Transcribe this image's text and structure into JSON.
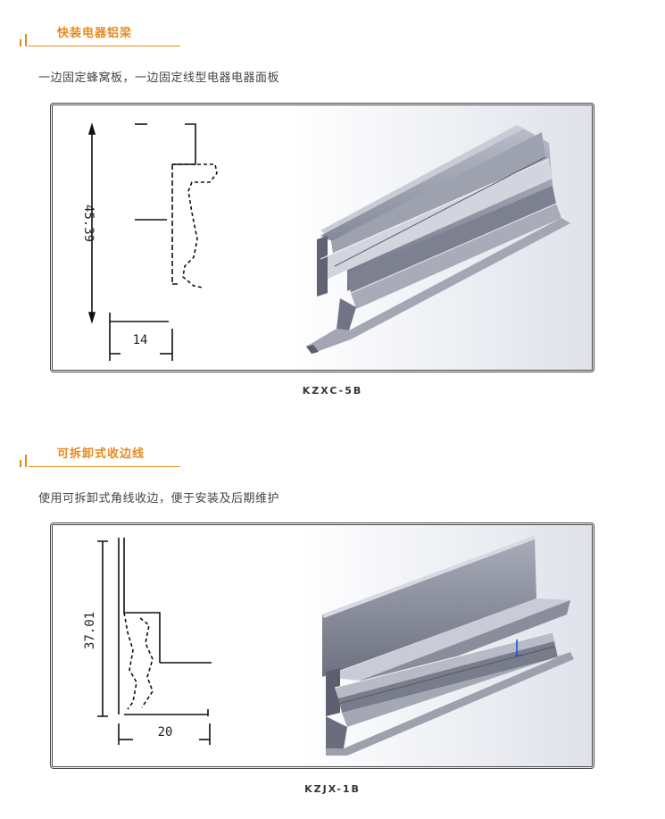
{
  "sections": [
    {
      "title": "快装电器铝梁",
      "description": "一边固定蜂窝板，一边固定线型电器电器面板",
      "drawing": {
        "height_label": "45.39",
        "width_label": "14"
      },
      "caption": "KZXC-5B"
    },
    {
      "title": "可拆卸式收边线",
      "description": "使用可拆卸式角线收边，便于安装及后期维护",
      "drawing": {
        "height_label": "37.01",
        "width_label": "20"
      },
      "caption": "KZJX-1B"
    }
  ],
  "colors": {
    "accent": "#e8891c",
    "profile_metal": "#8a8d98"
  }
}
